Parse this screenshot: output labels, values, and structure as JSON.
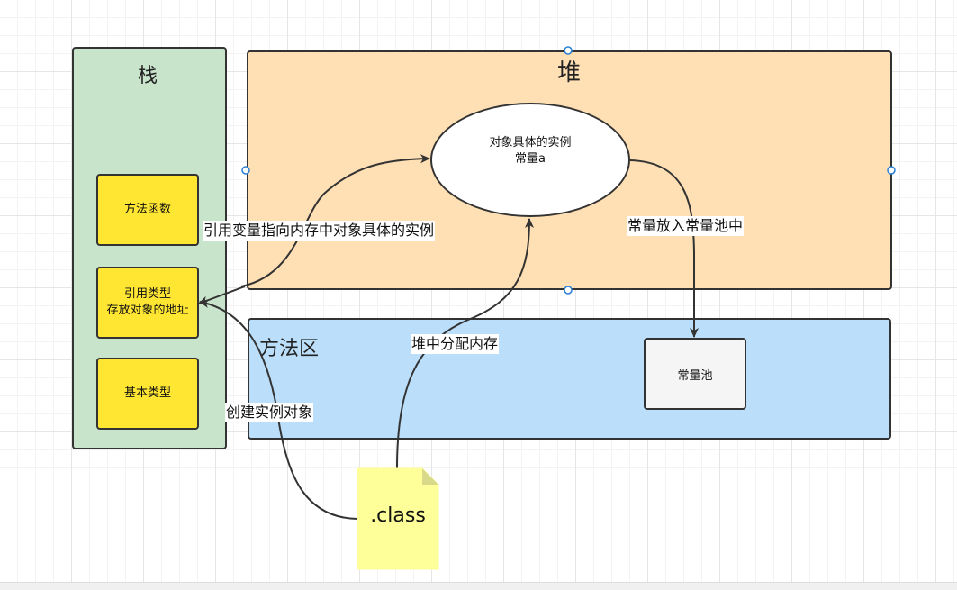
{
  "stack": {
    "title": "栈",
    "items": [
      {
        "label": "方法函数"
      },
      {
        "label": "引用类型\n存放对象的地址"
      },
      {
        "label": "基本类型"
      }
    ]
  },
  "heap": {
    "title": "堆",
    "instance": {
      "line1": "对象具体的实例",
      "line2": "常量a"
    }
  },
  "method_area": {
    "title": "方法区",
    "constant_pool": "常量池"
  },
  "class_file": ".class",
  "edges": {
    "reference_points_to_instance": "引用变量指向内存中对象具体的实例",
    "constant_into_pool": "常量放入常量池中",
    "heap_allocate_memory": "堆中分配内存",
    "create_instance_object": "创建实例对象"
  },
  "colors": {
    "stack_fill": "#c8e4cb",
    "heap_fill": "#ffdfb4",
    "method_area_fill": "#bbdffa",
    "item_fill": "#ffe633",
    "note_fill": "#ffff99",
    "stroke": "#333333",
    "selection_handle": "#2a7fd4"
  }
}
